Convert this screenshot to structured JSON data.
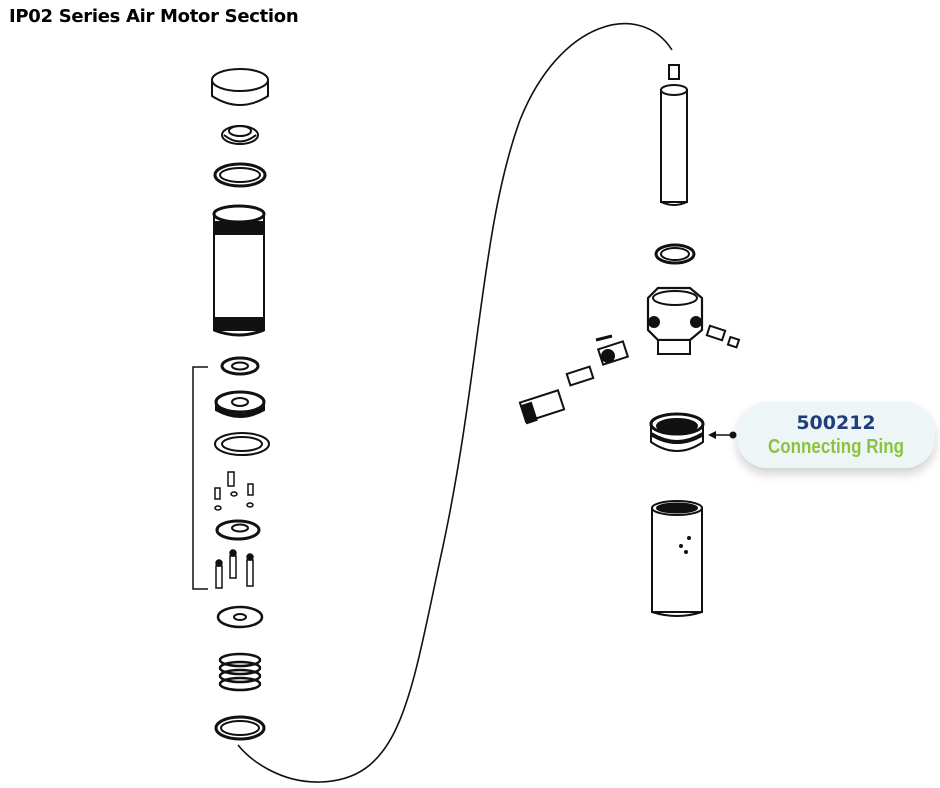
{
  "page": {
    "title": "IP02 Series Air Motor Section"
  },
  "callout": {
    "part_number": "500212",
    "part_name": "Connecting Ring"
  },
  "colors": {
    "part_number": "#1f3f7a",
    "part_name": "#8ac43f",
    "callout_bg": "#eef5f7",
    "line_art": "#111111"
  }
}
